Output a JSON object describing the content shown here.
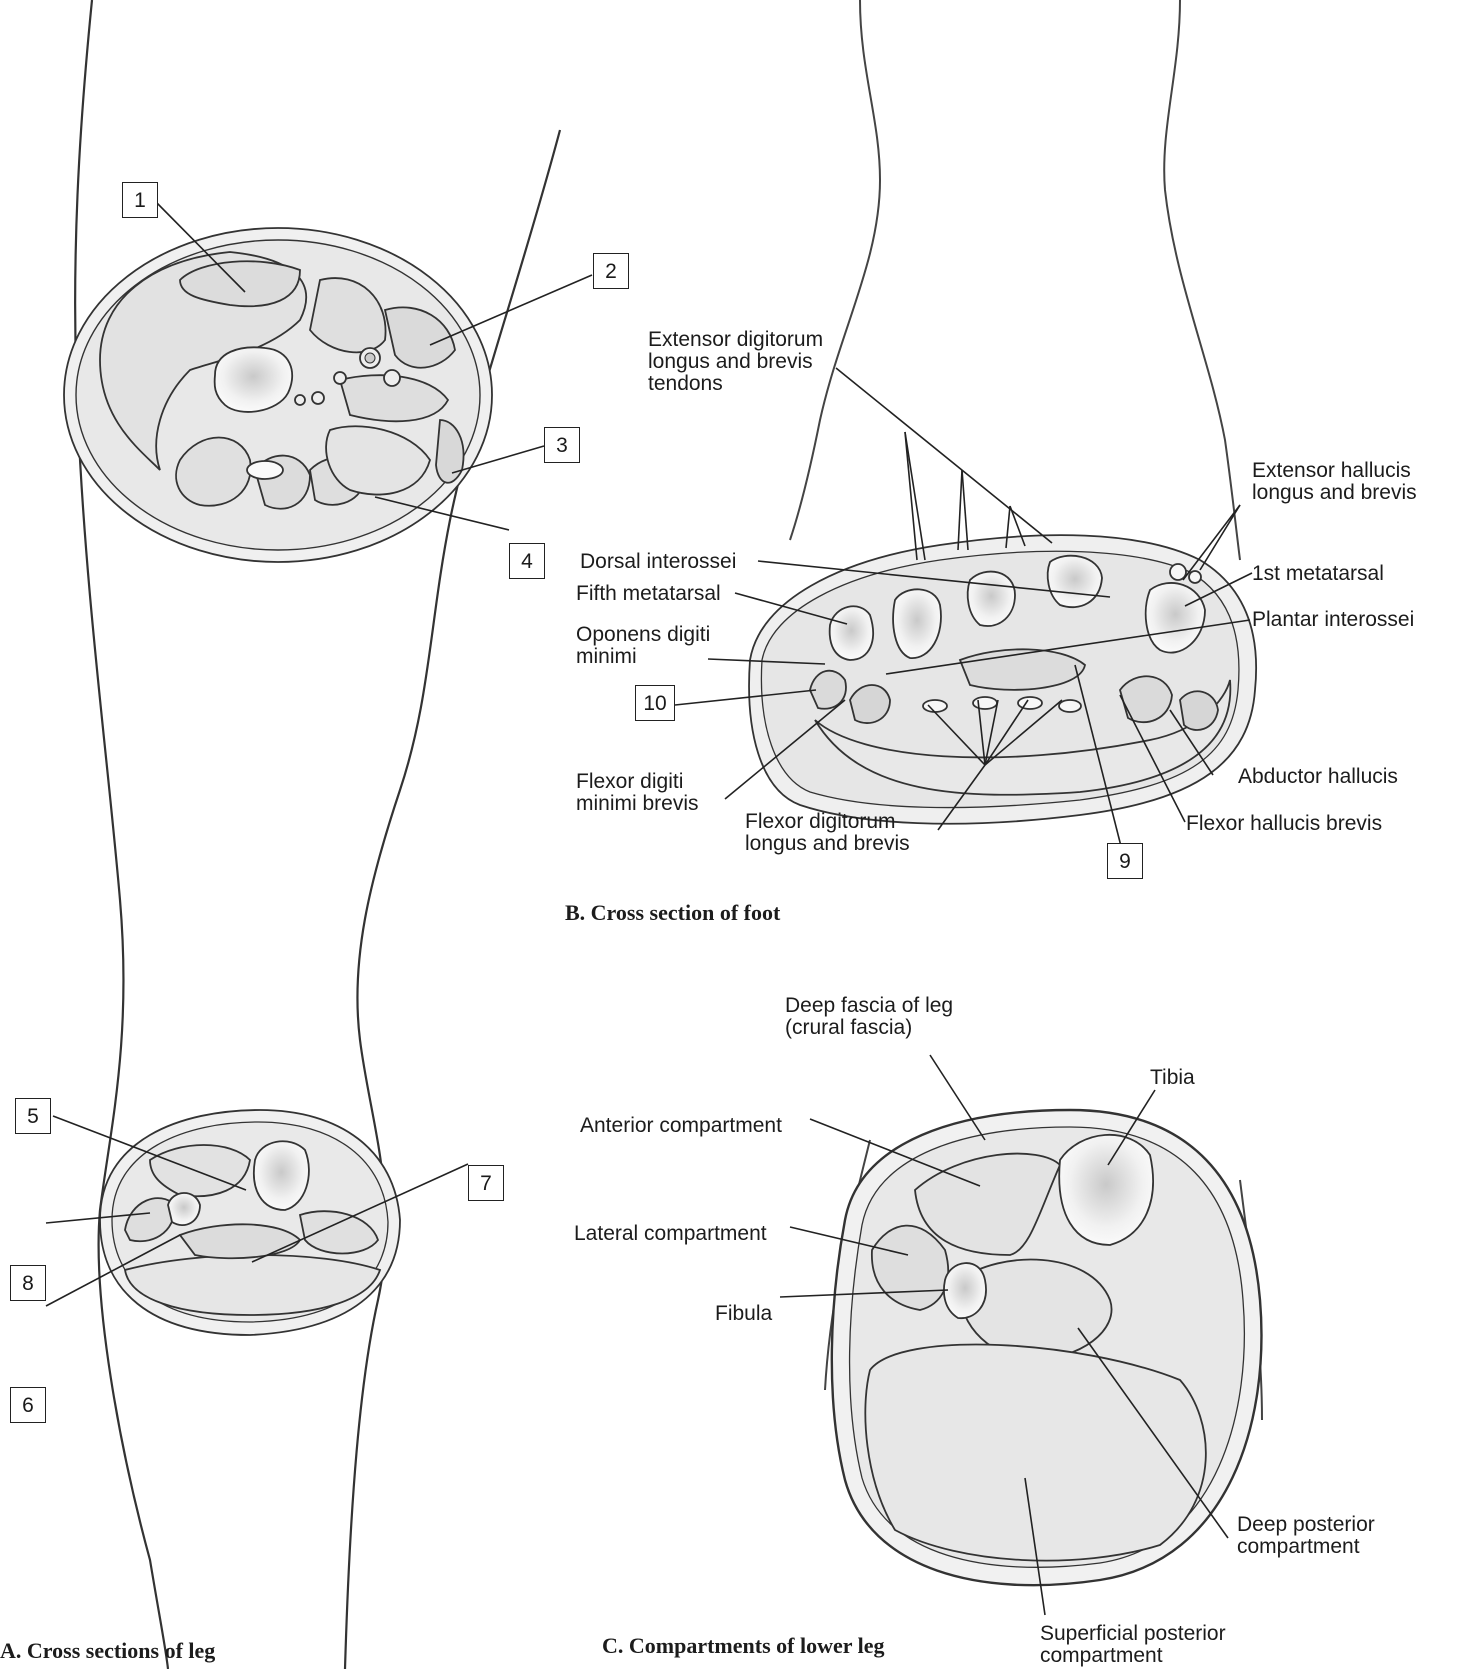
{
  "panels": {
    "a": {
      "caption": "A. Cross sections of leg"
    },
    "b": {
      "caption": "B. Cross section of foot"
    },
    "c": {
      "caption": "C. Compartments of lower leg"
    }
  },
  "numbered_labels": [
    "1",
    "2",
    "3",
    "4",
    "5",
    "6",
    "7",
    "8",
    "9",
    "10"
  ],
  "foot_labels": {
    "ext_dig": "Extensor digitorum\nlongus and brevis\ntendons",
    "ext_hal": "Extensor hallucis\nlongus and brevis",
    "dorsal": "Dorsal interossei",
    "first_mt": "1st metatarsal",
    "fifth_mt": "Fifth metatarsal",
    "plantar": "Plantar interossei",
    "oponens": "Oponens digiti\nminimi",
    "flex_dmb": "Flexor digiti\nminimi brevis",
    "flex_dig": "Flexor digitorum\nlongus and brevis",
    "flex_hb": "Flexor hallucis brevis",
    "abd_hal": "Abductor hallucis"
  },
  "compartment_labels": {
    "deep_fascia": "Deep fascia of leg\n(crural fascia)",
    "tibia": "Tibia",
    "anterior": "Anterior compartment",
    "lateral": "Lateral compartment",
    "fibula": "Fibula",
    "deep_post": "Deep posterior\ncompartment",
    "superficial_post": "Superficial posterior\ncompartment"
  },
  "colors": {
    "line": "#222222",
    "fill": "#ececec",
    "fill_dark": "#d9d9d9",
    "skin": "#f4f4f4"
  }
}
